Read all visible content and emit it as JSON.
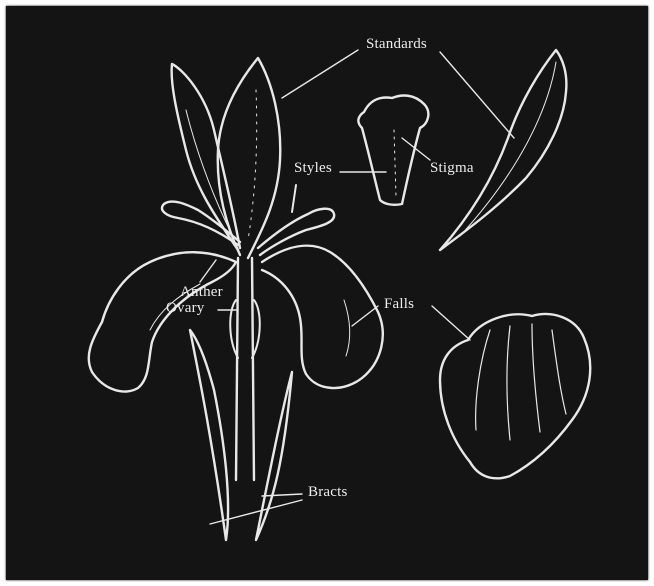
{
  "labels": {
    "standards": "Standards",
    "styles": "Styles",
    "stigma": "Stigma",
    "anther": "Anther",
    "ovary": "Ovary",
    "falls": "Falls",
    "bracts": "Bracts"
  },
  "colors": {
    "background": "#141414",
    "line": "#e8e8e8"
  }
}
